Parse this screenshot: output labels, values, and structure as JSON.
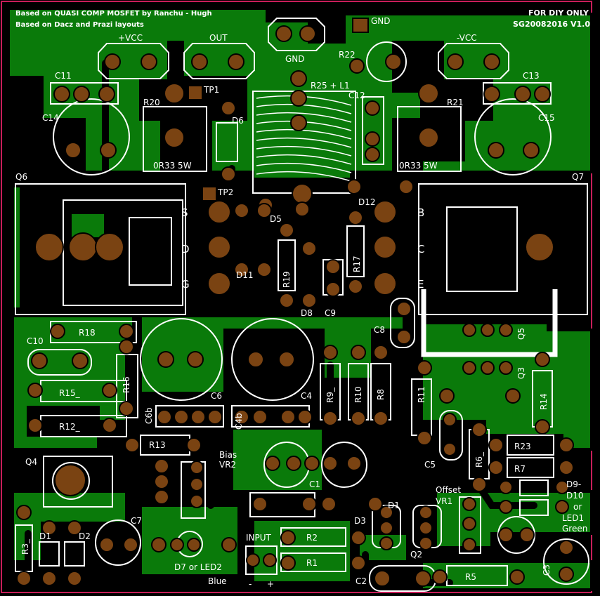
{
  "header": {
    "credit_line1": "Based on QUASI COMP MOSFET by Ranchu - Hugh",
    "credit_line2": "Based on Dacz and Prazi layouts",
    "diy": "FOR DIY ONLY",
    "version": "SG20082016  V1.0"
  },
  "colors": {
    "board": "#0a7a0a",
    "copper": "#000000",
    "pad": "#7a4312",
    "silk": "#ffffff",
    "edge": "#c81e5a"
  },
  "power": {
    "vcc_pos": "+VCC",
    "out": "OUT",
    "gnd": "GND",
    "gnd_top": "GND",
    "vcc_neg": "-VCC"
  },
  "components": {
    "C11": "C11",
    "C13": "C13",
    "C14": "C14",
    "C15": "C15",
    "C12": "C12",
    "R20": "R20",
    "R21": "R21",
    "R20_val": "0R33 5W",
    "R21_val": "0R33 5W",
    "R22": "R22",
    "R25": "R25 + L1",
    "TP1": "TP1",
    "TP2": "TP2",
    "D6": "D6",
    "D5": "D5",
    "D11": "D11",
    "D12": "D12",
    "D8": "D8",
    "Q6": "Q6",
    "Q7": "Q7",
    "R19": "R19",
    "R17": "R17",
    "C9": "C9",
    "C8": "C8",
    "R18": "R18",
    "C10": "C10",
    "R16": "R16",
    "R15": "R15_",
    "R12": "R12_",
    "R13": "R13",
    "C6b": "C6b",
    "C6": "C6",
    "C4b": "C4b",
    "C4": "C4",
    "R9": "R9_",
    "R10": "R10",
    "R8": "R8",
    "R11": "R11",
    "R14": "R14",
    "Q5": "Q5",
    "Q3": "Q3",
    "R6": "R6_",
    "R23": "R23",
    "R7": "R7",
    "C5": "C5",
    "Q4": "Q4",
    "bias": "Bias",
    "VR2": "VR2",
    "C1": "C1",
    "D1": "D1",
    "D3": "D3",
    "offset": "Offset",
    "VR1": "VR1",
    "D9": "D9-",
    "D10": "D10",
    "or": "or",
    "LED1": "LED1",
    "green": "Green",
    "C7": "C7",
    "R3": "R3_",
    "D1b": "D1",
    "D2": "D2",
    "input": "INPUT",
    "R2": "R2",
    "R1": "R1",
    "D7": "D7 or LED2",
    "blue": "Blue",
    "C2": "C2",
    "Q2": "Q2",
    "R5": "R5",
    "C3": "C3",
    "minus": "-",
    "plus": "+"
  },
  "pins": {
    "S": "S",
    "D": "D",
    "G": "G",
    "B": "B",
    "C": "C",
    "E": "E"
  }
}
